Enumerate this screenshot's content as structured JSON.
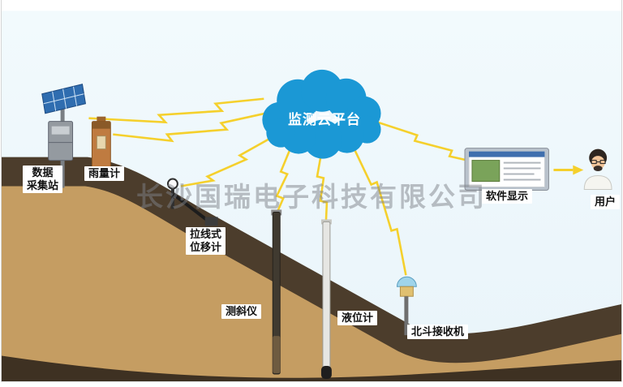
{
  "colors": {
    "cloud": "#1b98d5",
    "bolt": "#f5d02c",
    "topsoil": "#4c3d2c",
    "subsoil": "#c59d62",
    "deepsoil": "#3e3122"
  },
  "cloud": {
    "label": "监测云平台"
  },
  "watermark": {
    "text": "长沙国瑞电子科技有限公司"
  },
  "labels": {
    "data_station_line1": "数据",
    "data_station_line2": "采集站",
    "rain_gauge": "雨量计",
    "wire_displacement_line1": "拉线式",
    "wire_displacement_line2": "位移计",
    "inclinometer": "测斜仪",
    "level_meter": "液位计",
    "beidou_receiver": "北斗接收机",
    "software_display": "软件显示",
    "user": "用户"
  }
}
